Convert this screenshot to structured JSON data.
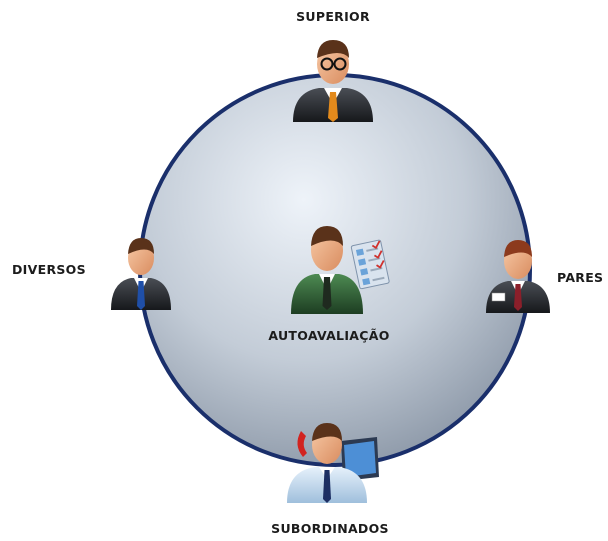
{
  "diagram": {
    "center_label": "AUTOAVALIAÇÃO",
    "nodes": {
      "top": "SUPERIOR",
      "left": "DIVERSOS",
      "right": "PARES",
      "bottom": "SUBORDINADOS"
    },
    "colors": {
      "ring": "#1a2f6b",
      "circle_light": "#e9eff7",
      "circle_dark": "#8d9aab",
      "skin": "#e9a57d",
      "hair": "#5a321a",
      "suit_dark": "#2b2e33",
      "suit_green": "#2f5e35"
    },
    "icons": [
      "manager-glasses-icon",
      "businessman-icon",
      "employee-badge-icon",
      "self-evaluation-checklist-icon",
      "employee-phone-laptop-icon"
    ]
  }
}
